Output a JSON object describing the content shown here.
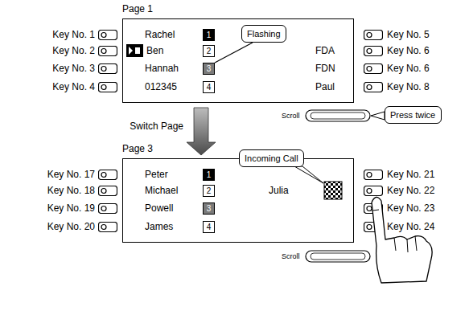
{
  "diagram": {
    "nodes": [
      {
        "text": [
          "Page 1"
        ]
      },
      {
        "text": [
          "1"
        ],
        "in": 0
      },
      {
        "text": [
          "2"
        ],
        "in": 0
      },
      {
        "text": [
          "3"
        ],
        "in": 0
      },
      {
        "text": [
          "4"
        ],
        "in": 0
      },
      {
        "text": [
          "Flashing"
        ]
      },
      {
        "text": [
          "Press twice"
        ]
      },
      {
        "text": [
          "Page 3"
        ]
      },
      {
        "text": [
          "1"
        ],
        "in": 7
      },
      {
        "text": [
          "2"
        ],
        "in": 7
      },
      {
        "text": [
          "3"
        ],
        "in": 7
      },
      {
        "text": [
          "4"
        ],
        "in": 7
      },
      {
        "text": [
          "Incoming Call"
        ]
      }
    ],
    "edges": [
      {
        "from": 5,
        "to": 3,
        "arrow": "none"
      },
      {
        "from": 0,
        "to": 7,
        "label": "Switch Page",
        "arrow": "to"
      }
    ],
    "labels": [
      "Key No. 1",
      "Key No. 2",
      "Key No. 3",
      "Key No. 4",
      "Rachel",
      "Ben",
      "Hannah",
      "012345",
      "FDA",
      "FDN",
      "Paul",
      "Key No. 5",
      "Key No. 6",
      "Key No. 6",
      "Key No. 8",
      "Scroll",
      "Key No. 17",
      "Key No. 18",
      "Key No. 19",
      "Key No. 20",
      "Peter",
      "Michael",
      "Powell",
      "James",
      "Julia",
      "Key No. 21",
      "Key No. 22",
      "Key No. 23",
      "Key No. 24",
      "Scroll"
    ]
  }
}
